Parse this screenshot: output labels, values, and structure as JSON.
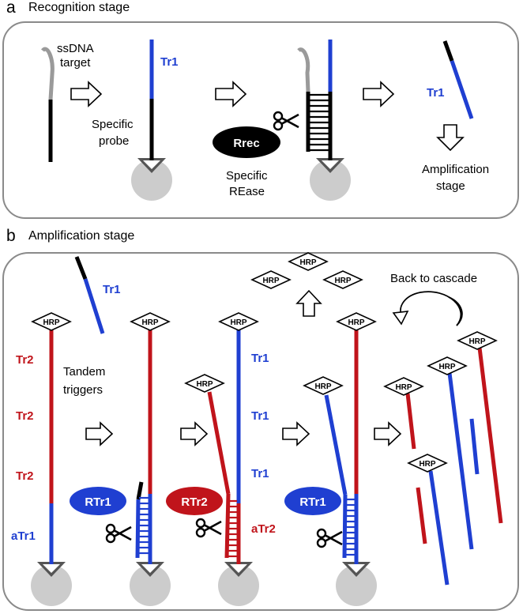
{
  "panel_a": {
    "letter": "a",
    "title": "Recognition stage",
    "ssdna_line1": "ssDNA",
    "ssdna_line2": "target",
    "tr1_label": "Tr1",
    "probe_line1": "Specific",
    "probe_line2": "probe",
    "rease_line1": "Specific",
    "rease_line2": "REase",
    "rrec_label": "Rrec",
    "released_tr1": "Tr1",
    "amp_line1": "Amplification",
    "amp_line2": "stage"
  },
  "panel_b": {
    "letter": "b",
    "title": "Amplification stage",
    "tr1_top": "Tr1",
    "hrp": "HRP",
    "tr2": "Tr2",
    "tandem_line1": "Tandem",
    "tandem_line2": "triggers",
    "atr1": "aTr1",
    "rtr1": "RTr1",
    "rtr2": "RTr2",
    "tr1": "Tr1",
    "atr2": "aTr2",
    "back_to_cascade": "Back to cascade"
  },
  "colors": {
    "blue": "#1f3fd1",
    "red": "#c0141b",
    "black": "#000000",
    "gray_strand": "#9a9a9a",
    "bead": "#cccccc",
    "anchor": "#555555"
  }
}
